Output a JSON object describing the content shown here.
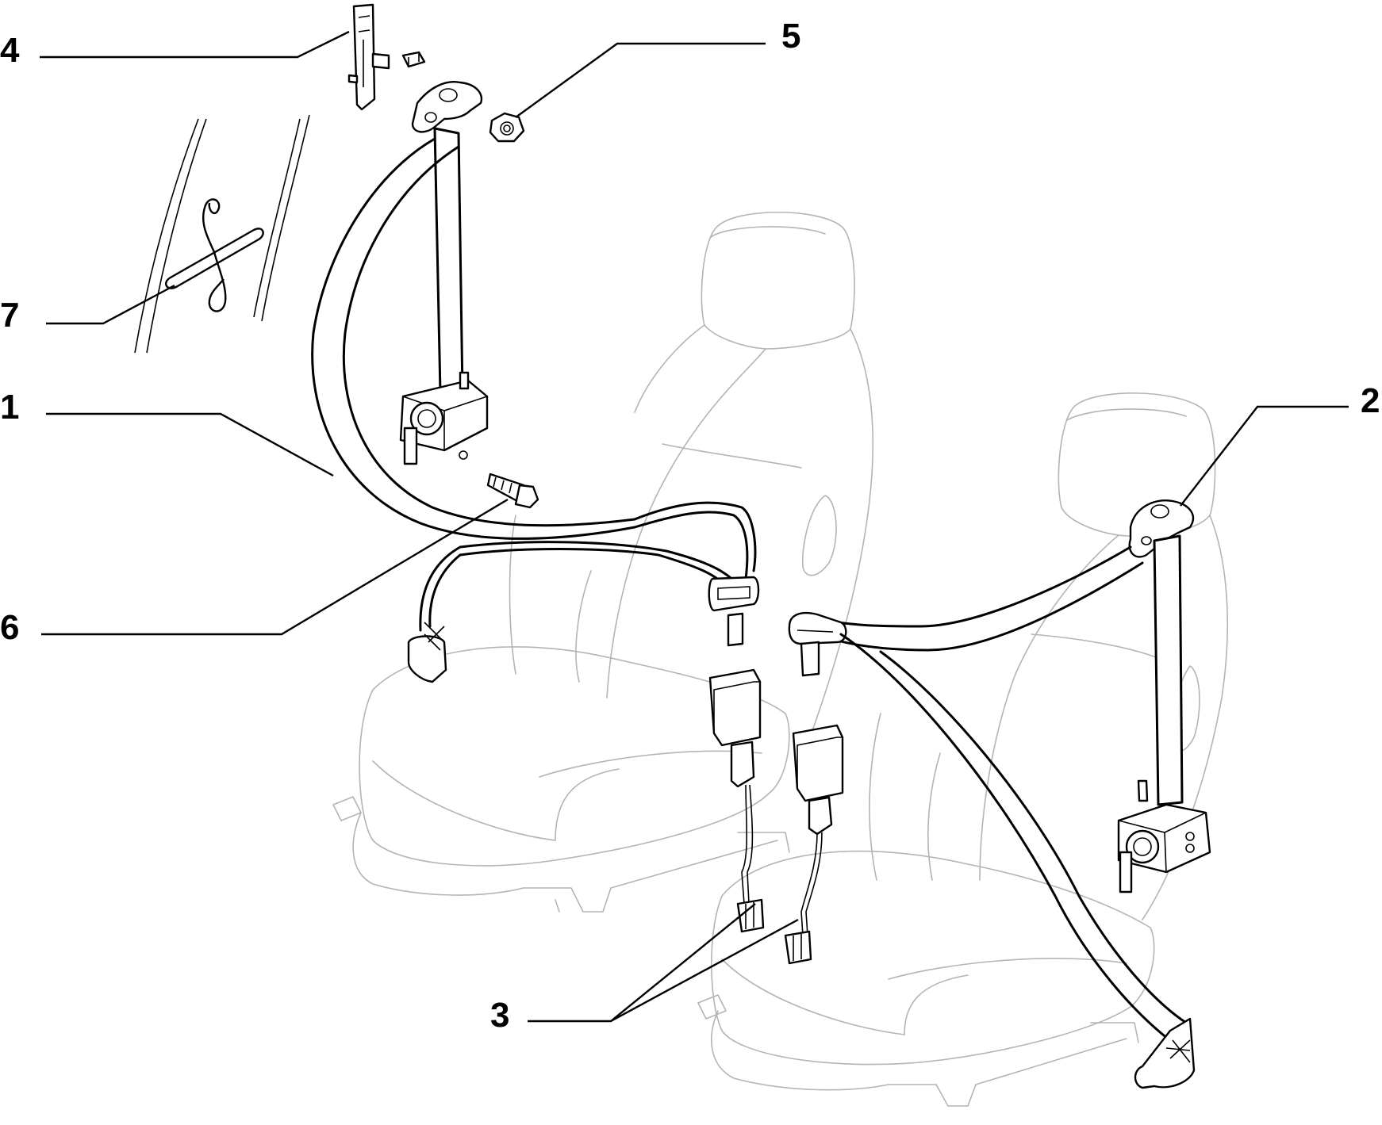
{
  "diagram": {
    "callouts": [
      {
        "id": "c1",
        "label": "1"
      },
      {
        "id": "c2",
        "label": "2"
      },
      {
        "id": "c3",
        "label": "3"
      },
      {
        "id": "c4",
        "label": "4"
      },
      {
        "id": "c5",
        "label": "5"
      },
      {
        "id": "c6",
        "label": "6"
      },
      {
        "id": "c7",
        "label": "7"
      }
    ],
    "colors": {
      "line": "#000000",
      "seat_outline": "#b4b4b4",
      "background": "#ffffff"
    }
  }
}
